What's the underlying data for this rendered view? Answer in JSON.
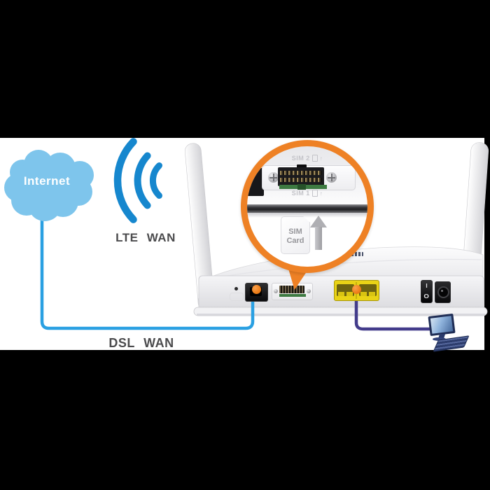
{
  "diagram": {
    "background_color": "#000000",
    "canvas_color": "#ffffff",
    "internet_cloud": {
      "label": "Internet",
      "color": "#7EC5EC",
      "icon": "internet-cloud-icon"
    },
    "lte_wan": {
      "label": "LTE WAN",
      "icon": "wifi-signal-icon",
      "signal_color": "#1687CE"
    },
    "dsl_wan": {
      "label": "DSL WAN",
      "cable_color": "#2AA0E2"
    },
    "lan_link": {
      "cable_color": "#433C8B",
      "icon": "desktop-computer-icon"
    },
    "sim_callout": {
      "ring_color": "#EE8125",
      "sim2_label": "SIM 2",
      "sim1_label": "SIM 1",
      "sim_card": {
        "line1": "SIM",
        "line2": "Card",
        "icon": "sim-card-icon"
      },
      "insert_icon": "arrow-up-icon"
    },
    "router": {
      "body_color": "#F2F2F4",
      "lan_port_color": "#E9D316",
      "port_marker_color": "#EF8020",
      "power_switch": {
        "on_label": "I",
        "off_label": "O"
      }
    },
    "label_color": "#4B4B4D"
  }
}
